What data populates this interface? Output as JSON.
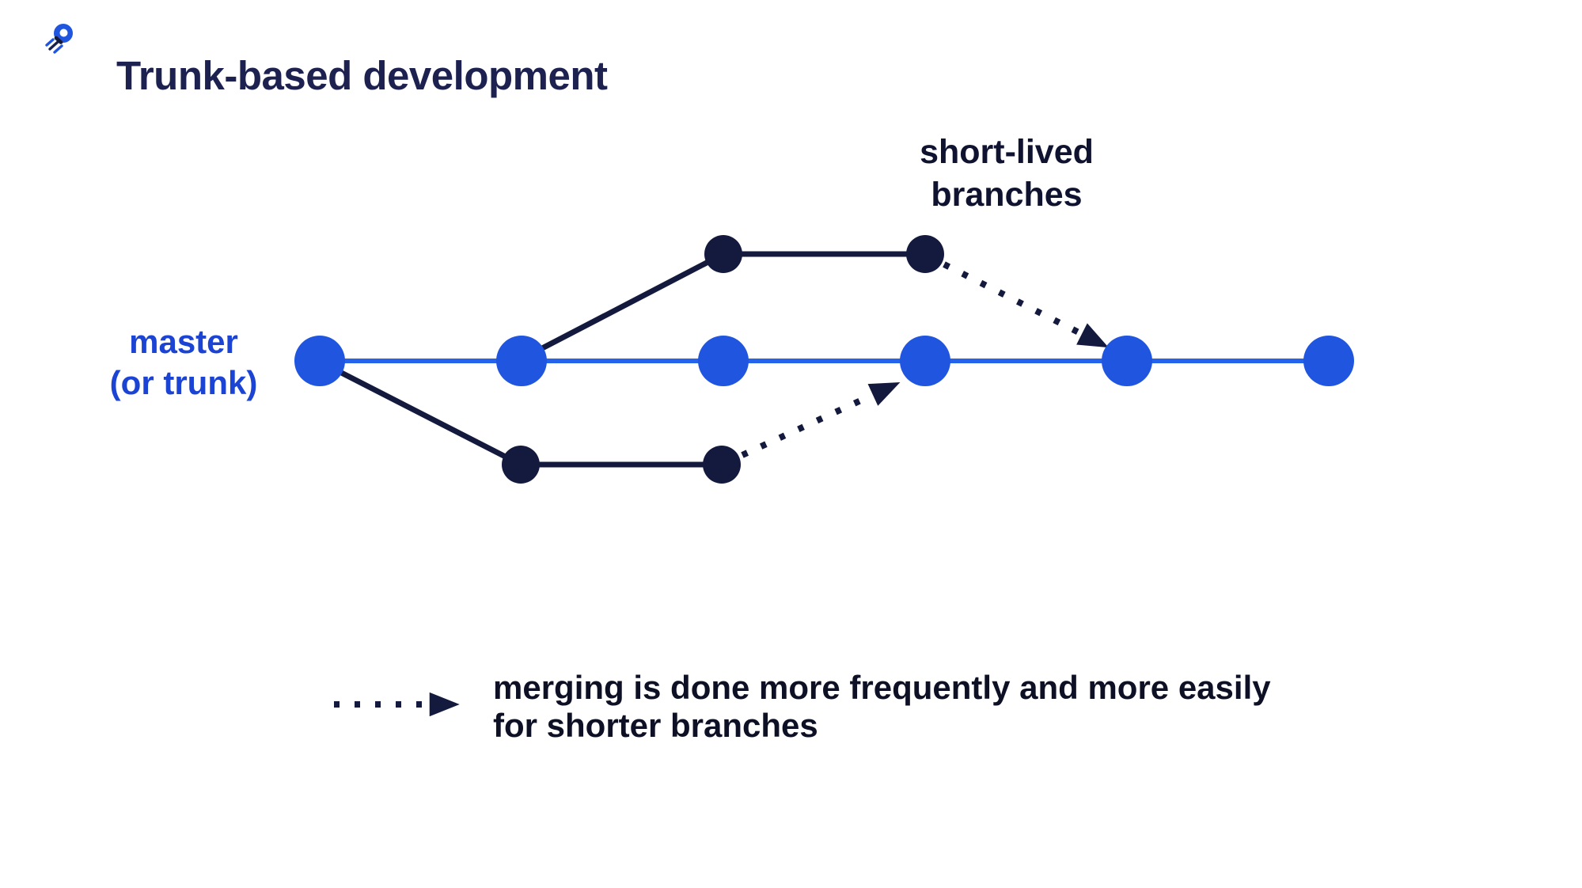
{
  "header": {
    "title": "Trunk-based development",
    "icon": "comet-icon"
  },
  "labels": {
    "master_line1": "master",
    "master_line2": "(or trunk)",
    "short_lived_line1": "short-lived",
    "short_lived_line2": "branches"
  },
  "legend": {
    "line1": "merging is done more frequently and more easily",
    "line2": "for shorter branches"
  },
  "diagram": {
    "type": "git-branch-graph",
    "master_branch": {
      "label": "master (or trunk)",
      "commit_count": 6,
      "color": "#2055e0"
    },
    "short_lived_branches": [
      {
        "position": "above-master",
        "commit_count": 2,
        "branches_from_commit": 2,
        "merges_into_commit": 5
      },
      {
        "position": "below-master",
        "commit_count": 2,
        "branches_from_commit": 1,
        "merges_into_commit": 4
      }
    ],
    "merge_arrow_style": "dotted",
    "branch_node_color": "#141a3e"
  },
  "colors": {
    "master_blue": "#2055e0",
    "master_line_blue": "#2563eb",
    "branch_navy": "#141a3e",
    "label_blue": "#1b43d4",
    "text_dark": "#0e1126",
    "title_navy": "#1d2150",
    "background": "#ffffff"
  }
}
